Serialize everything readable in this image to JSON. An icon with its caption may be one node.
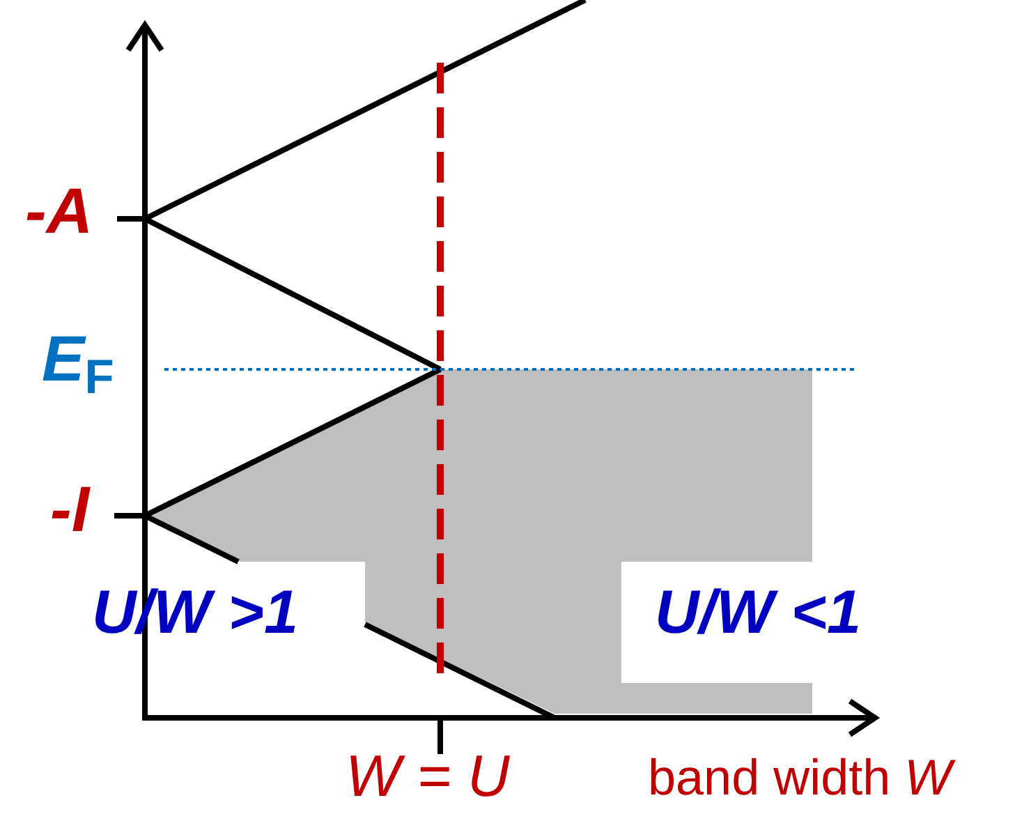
{
  "diagram": {
    "labels": [
      "-A",
      "E$_{F}$",
      "-I",
      "U/W >1",
      "U/W <1",
      "W = U",
      "band width *W*"
    ]
  }
}
